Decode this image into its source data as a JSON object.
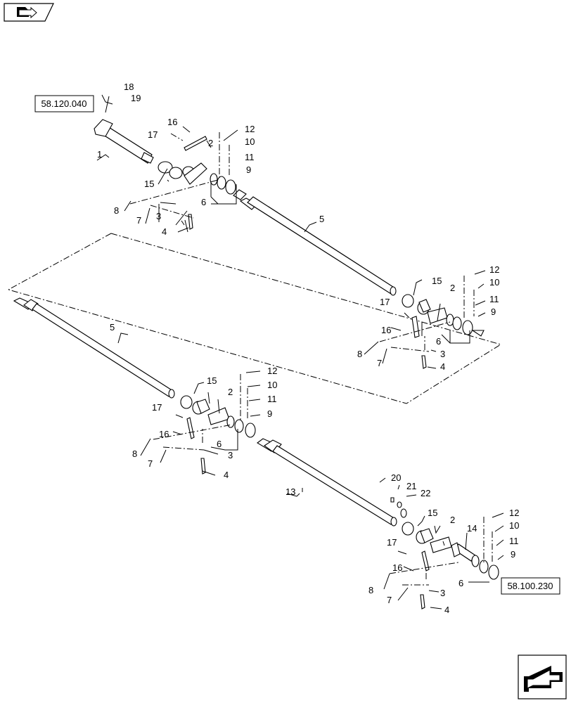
{
  "top_nav_icon": "book-arrow-icon",
  "bottom_nav_icon": "next-arrow-icon",
  "references": [
    "58.120.040",
    "58.100.230"
  ],
  "callouts": {
    "group1": [
      "18",
      "19",
      "16",
      "17",
      "12",
      "10",
      "11",
      "9",
      "2",
      "1",
      "15",
      "6",
      "8",
      "7",
      "3",
      "4",
      "5"
    ],
    "group2": [
      "12",
      "10",
      "15",
      "2",
      "11",
      "17",
      "9",
      "16",
      "6",
      "8",
      "3",
      "7",
      "4",
      "5"
    ],
    "group3": [
      "12",
      "15",
      "10",
      "2",
      "11",
      "17",
      "9",
      "16",
      "6",
      "8",
      "7",
      "3",
      "4"
    ],
    "group4": [
      "13",
      "20",
      "21",
      "22",
      "15",
      "2",
      "12",
      "14",
      "10",
      "17",
      "11",
      "9",
      "16",
      "6",
      "8",
      "3",
      "7",
      "4"
    ]
  }
}
